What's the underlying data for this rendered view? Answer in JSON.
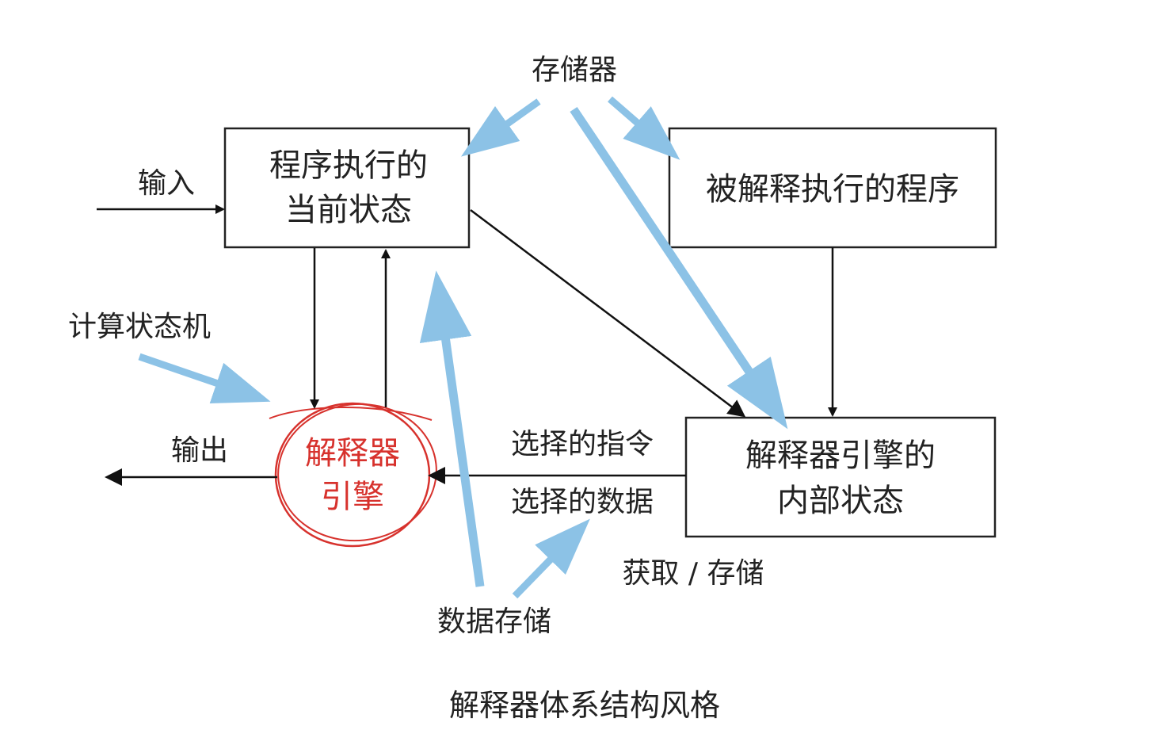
{
  "boxes": {
    "current_state": {
      "line1": "程序执行的",
      "line2": "当前状态"
    },
    "interpreted_program": {
      "line1": "被解释执行的程序"
    },
    "engine_internal_state": {
      "line1": "解释器引擎的",
      "line2": "内部状态"
    },
    "engine": {
      "line1": "解释器",
      "line2": "引擎"
    }
  },
  "labels": {
    "storage": "存储器",
    "input": "输入",
    "state_machine": "计算状态机",
    "output": "输出",
    "selected_instruction": "选择的指令",
    "selected_data": "选择的数据",
    "fetch_store": "获取 / 存储",
    "data_storage": "数据存储",
    "caption": "解释器体系结构风格"
  },
  "colors": {
    "line": "#111111",
    "highlight_arrow": "#8cc2e6",
    "engine_circle": "#d7322d",
    "engine_text": "#d7322d"
  }
}
